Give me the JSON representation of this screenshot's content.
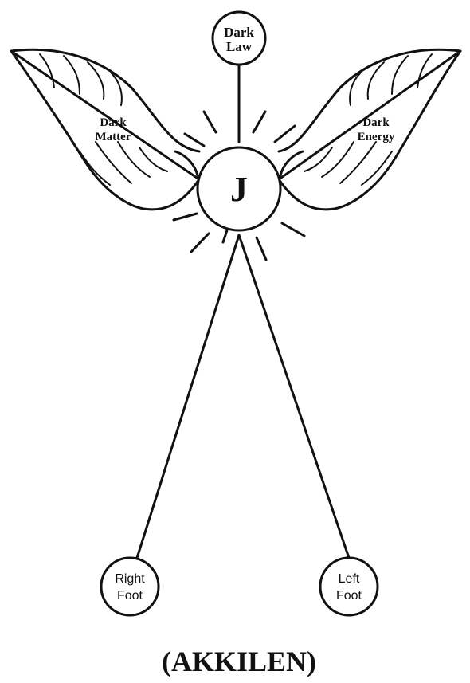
{
  "diagram": {
    "center": {
      "label": "J"
    },
    "top_node": {
      "line1": "Dark",
      "line2": "Law"
    },
    "left_wing": {
      "line1": "Dark",
      "line2": "Matter"
    },
    "right_wing": {
      "line1": "Dark",
      "line2": "Energy"
    },
    "right_foot": {
      "line1": "Right",
      "line2": "Foot"
    },
    "left_foot": {
      "line1": "Left",
      "line2": "Foot"
    },
    "caption": "(AKKILEN)"
  }
}
